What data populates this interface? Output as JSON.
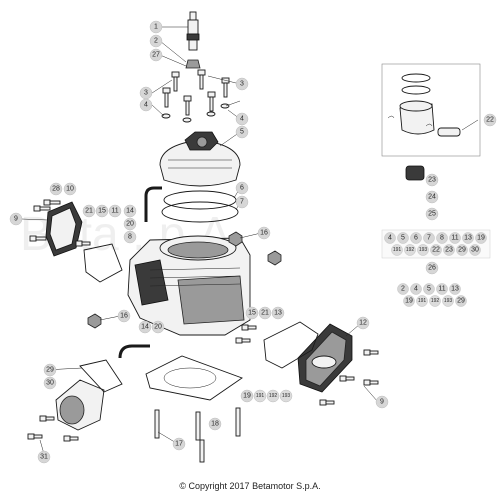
{
  "watermark": "Beta . p.A.",
  "copyright": "© Copyright 2017 Betamotor S.p.A.",
  "callouts": {
    "c1": "1",
    "c2": "2",
    "c27": "27",
    "c3a": "3",
    "c4a": "4",
    "c3b": "3",
    "c4b": "4",
    "c5": "5",
    "c6": "6",
    "c7": "7",
    "c28": "28",
    "c10": "10",
    "c9a": "9",
    "c21a": "21",
    "c15a": "15",
    "c11a": "11",
    "c14a": "14",
    "c20a": "20",
    "c8": "8",
    "c16a": "16",
    "c16b": "16",
    "c14b": "14",
    "c20b": "20",
    "c15b": "15",
    "c21b": "21",
    "c13": "13",
    "c12": "12",
    "c9b": "9",
    "c29": "29",
    "c30": "30",
    "c31": "31",
    "c17": "17",
    "c18": "18",
    "c19a": "19",
    "c191a": "191",
    "c192a": "192",
    "c193a": "193",
    "c22a": "22",
    "c23": "23",
    "c24": "24",
    "c25": "25",
    "c26": "26",
    "r1_4": "4",
    "r1_5": "5",
    "r1_6": "6",
    "r1_7": "7",
    "r1_8": "8",
    "r1_11": "11",
    "r1_13": "13",
    "r1_19": "19",
    "r2_191": "191",
    "r2_192": "192",
    "r2_193": "193",
    "r2_22": "22",
    "r2_23": "23",
    "r2_29": "29",
    "r2_30": "30",
    "r3_2": "2",
    "r3_4": "4",
    "r3_5": "5",
    "r3_11": "11",
    "r3_13": "13",
    "r4_19": "19",
    "r4_191": "191",
    "r4_192": "192",
    "r4_193": "193",
    "r4_29": "29"
  }
}
